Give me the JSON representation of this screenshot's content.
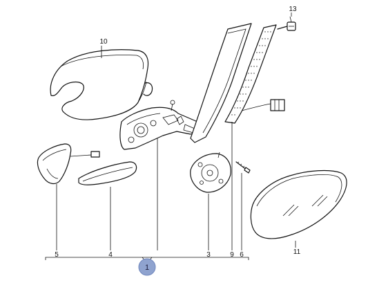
{
  "callouts": {
    "p1": "1",
    "p3": "3",
    "p4": "4",
    "p5": "5",
    "p6": "6",
    "p9": "9",
    "p10": "10",
    "p11": "11",
    "p13": "13"
  },
  "colors": {
    "badge": "#8fa3cf",
    "ink": "#111111"
  }
}
